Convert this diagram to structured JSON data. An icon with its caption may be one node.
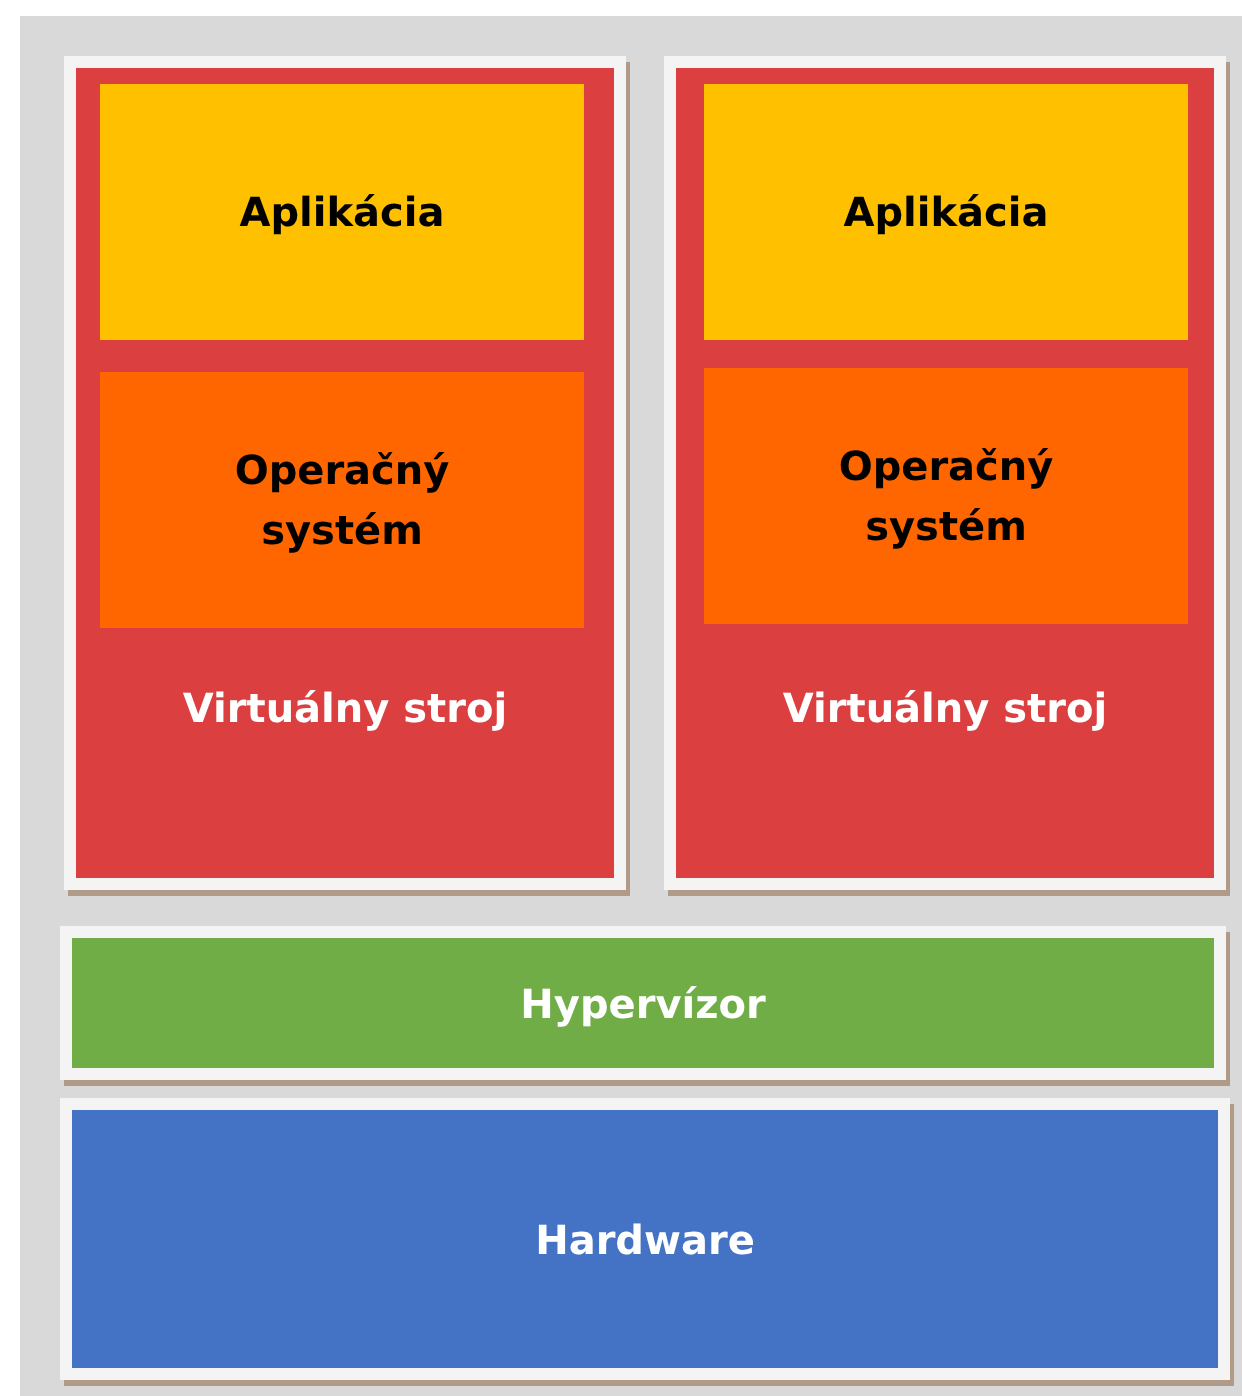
{
  "diagram": {
    "nodes": [
      {
        "text": [
          "Virtuálny stroj"
        ]
      },
      {
        "text": [
          "Aplikácia"
        ],
        "in": 0
      },
      {
        "text": [
          "Operačný systém"
        ],
        "in": 0
      },
      {
        "text": [
          "Virtuálny stroj"
        ]
      },
      {
        "text": [
          "Aplikácia"
        ],
        "in": 3
      },
      {
        "text": [
          "Operačný systém"
        ],
        "in": 3
      },
      {
        "text": [
          "Hypervízor"
        ]
      },
      {
        "text": [
          "Hardware"
        ]
      }
    ]
  }
}
